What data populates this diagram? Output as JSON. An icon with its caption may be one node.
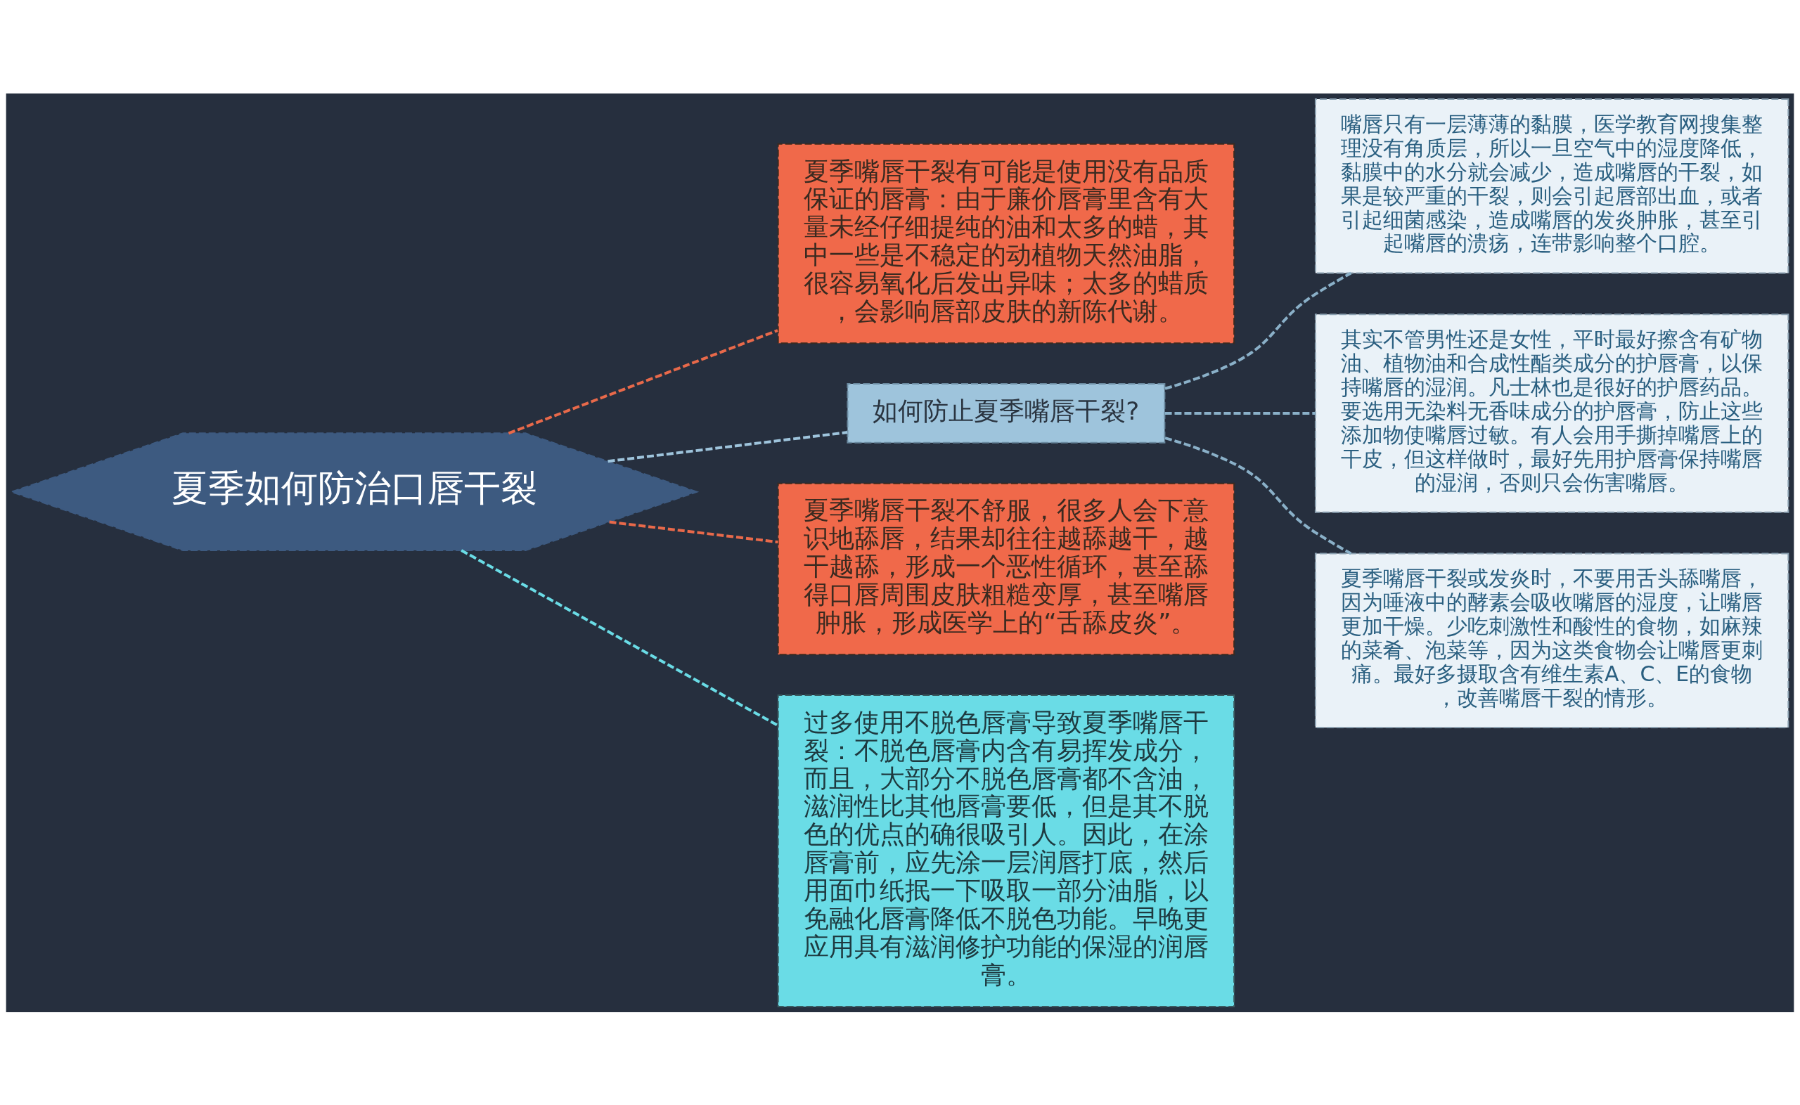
{
  "diagram": {
    "nodes": [
      {
        "text": [
          "夏季如何防治口唇干裂"
        ]
      },
      {
        "text": [
          "夏季嘴唇干裂有可能是使用没有品质保证的唇膏：由于廉价唇膏里含有大量未经仔细提纯的油和太多的蜡，其中一些是不稳定的动植物天然油脂，很容易氧化后发出异味；太多的蜡质，会影响唇部皮肤的新陈代谢。"
        ]
      },
      {
        "text": [
          "如何防止夏季嘴唇干裂?"
        ]
      },
      {
        "text": [
          "嘴唇只有一层薄薄的黏膜，医学教育网搜集整理没有角质层，所以一旦空气中的湿度降低，黏膜中的水分就会减少，造成嘴唇的干裂，如果是较严重的干裂，则会引起唇部出血，或者引起细菌感染，造成嘴唇的发炎肿胀，甚至引起嘴唇的溃疡，连带影响整个口腔。"
        ]
      },
      {
        "text": [
          "其实不管男性还是女性，平时最好擦含有矿物油、植物油和合成性酯类成分的护唇膏，以保持嘴唇的湿润。凡士林也是很好的护唇药品。要选用无染料无香味成分的护唇膏，防止这些添加物使嘴唇过敏。有人会用手撕掉嘴唇上的干皮，但这样做时，最好先用护唇膏保持嘴唇的湿润，否则只会伤害嘴唇。"
        ]
      },
      {
        "text": [
          "夏季嘴唇干裂或发炎时，不要用舌头舔嘴唇，因为唾液中的酵素会吸收嘴唇的湿度，让嘴唇更加干燥。少吃刺激性和酸性的食物，如麻辣的菜肴、泡菜等，因为这类食物会让嘴唇更刺痛。最好多摄取含有维生素A、C、E的食物，改善嘴唇干裂的情形。"
        ]
      },
      {
        "text": [
          "夏季嘴唇干裂不舒服，很多人会下意识地舔唇，结果却往往越舔越干，越干越舔，形成一个恶性循环，甚至舔得口唇周围皮肤粗糙变厚，甚至嘴唇肿胀，形成医学上的“舌舔皮炎”。"
        ]
      },
      {
        "text": [
          "过多使用不脱色唇膏导致夏季嘴唇干裂：不脱色唇膏内含有易挥发成分，而且，大部分不脱色唇膏都不含油，滋润性比其他唇膏要低，但是其不脱色的优点的确很吸引人。因此，在涂唇膏前，应先涂一层润唇打底，然后用面巾纸抿一下吸取一部分油脂，以免融化唇膏降低不脱色功能。早晚更应用具有滋润修护功能的保湿的润唇膏。"
        ]
      }
    ],
    "edges": [
      {
        "from": 0,
        "to": 1,
        "arrow": "none",
        "style": "dashed",
        "color": "#e8694a"
      },
      {
        "from": 0,
        "to": 2,
        "arrow": "none",
        "style": "dashed",
        "color": "#9ec4dc"
      },
      {
        "from": 2,
        "to": 3,
        "arrow": "none",
        "style": "dashed"
      },
      {
        "from": 2,
        "to": 4,
        "arrow": "none",
        "style": "dashed"
      },
      {
        "from": 2,
        "to": 5,
        "arrow": "none",
        "style": "dashed"
      },
      {
        "from": 0,
        "to": 6,
        "arrow": "none",
        "style": "dashed",
        "color": "#e8694a"
      },
      {
        "from": 0,
        "to": 7,
        "arrow": "none",
        "style": "dashed",
        "color": "#6adce6"
      }
    ]
  }
}
